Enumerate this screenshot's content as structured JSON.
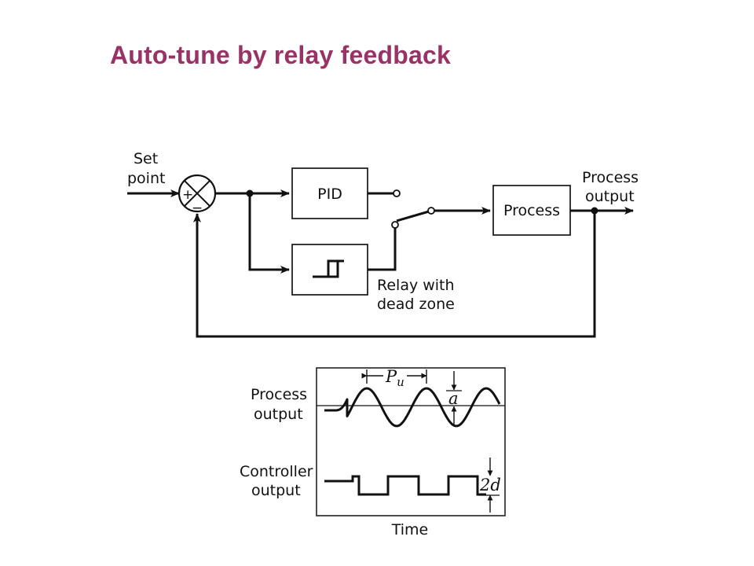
{
  "title": "Auto-tune by relay feedback",
  "block_diagram": {
    "setpoint_label_line1": "Set",
    "setpoint_label_line2": "point",
    "sum_plus": "+",
    "sum_minus": "−",
    "pid_label": "PID",
    "process_label": "Process",
    "process_output_line1": "Process",
    "process_output_line2": "output",
    "relay_caption_line1": "Relay with",
    "relay_caption_line2": "dead zone"
  },
  "response_plot": {
    "process_output_line1": "Process",
    "process_output_line2": "output",
    "controller_output_line1": "Controller",
    "controller_output_line2": "output",
    "period_symbol": "P",
    "period_subscript": "u",
    "amplitude_symbol": "a",
    "relay_amplitude_symbol": "2d",
    "time_label": "Time"
  }
}
